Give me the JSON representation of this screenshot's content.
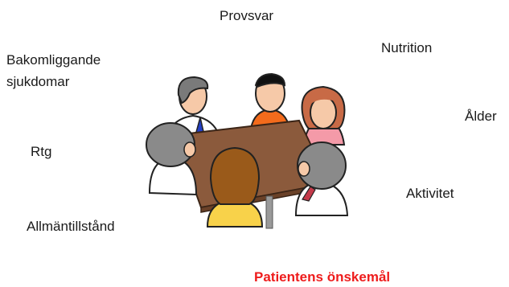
{
  "labels": {
    "provsvar": "Provsvar",
    "nutrition": "Nutrition",
    "bakomliggande_line1": "Bakomliggande",
    "bakomliggande_line2": "sjukdomar",
    "alder": "Ålder",
    "rtg": "Rtg",
    "aktivitet": "Aktivitet",
    "allmantillstand": "Allmäntillstånd",
    "patientens_onskemal": "Patientens önskemål"
  },
  "colors": {
    "text": "#1a1a1a",
    "accent": "#ee1c1c",
    "table": "#8b5a3c",
    "table_leg": "#9a9a9a"
  },
  "illustration": {
    "subject": "team-meeting-around-table",
    "people": [
      {
        "name": "person-gray-hair-tie",
        "shirt": "#ffffff",
        "hair": "#7a7a7a"
      },
      {
        "name": "person-black-hair-orange-shirt",
        "shirt": "#f36b1c",
        "hair": "#111111"
      },
      {
        "name": "person-red-hair-pink-shirt",
        "shirt": "#f49aa8",
        "hair": "#c86a46"
      },
      {
        "name": "person-gray-hair-back-left",
        "shirt": "#ffffff",
        "hair": "#8a8a8a"
      },
      {
        "name": "person-brown-hair-yellow-shirt",
        "shirt": "#f8d24a",
        "hair": "#9a5a1a"
      },
      {
        "name": "person-gray-hair-back-right",
        "shirt": "#ffffff",
        "hair": "#8a8a8a"
      }
    ]
  }
}
